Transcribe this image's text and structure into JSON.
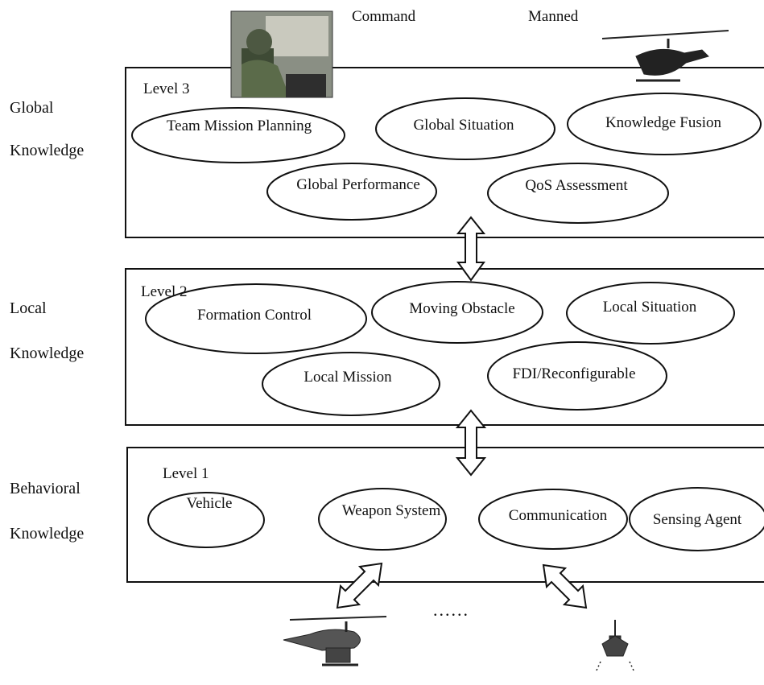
{
  "top_labels": {
    "command": "Command",
    "manned": "Manned"
  },
  "side_labels": {
    "global": [
      "Global",
      "Knowledge"
    ],
    "local": [
      "Local",
      "Knowledge"
    ],
    "behavioral": [
      "Behavioral",
      "Knowledge"
    ]
  },
  "levels": {
    "level3": {
      "title": "Level 3",
      "nodes": [
        "Team Mission Planning",
        "Global Situation",
        "Knowledge Fusion",
        "Global Performance",
        "QoS Assessment"
      ]
    },
    "level2": {
      "title": "Level 2",
      "nodes": [
        "Formation Control",
        "Moving Obstacle",
        "Local Situation",
        "Local Mission",
        "FDI/Reconfigurable"
      ]
    },
    "level1": {
      "title": "Level 1",
      "nodes": [
        "Vehicle",
        "Weapon System",
        "Communication",
        "Sensing Agent"
      ]
    }
  },
  "ellipsis": "......",
  "images": [
    "command-operator-photo",
    "manned-helicopter-image",
    "unmanned-helicopter-image",
    "unmanned-vehicle-image"
  ]
}
